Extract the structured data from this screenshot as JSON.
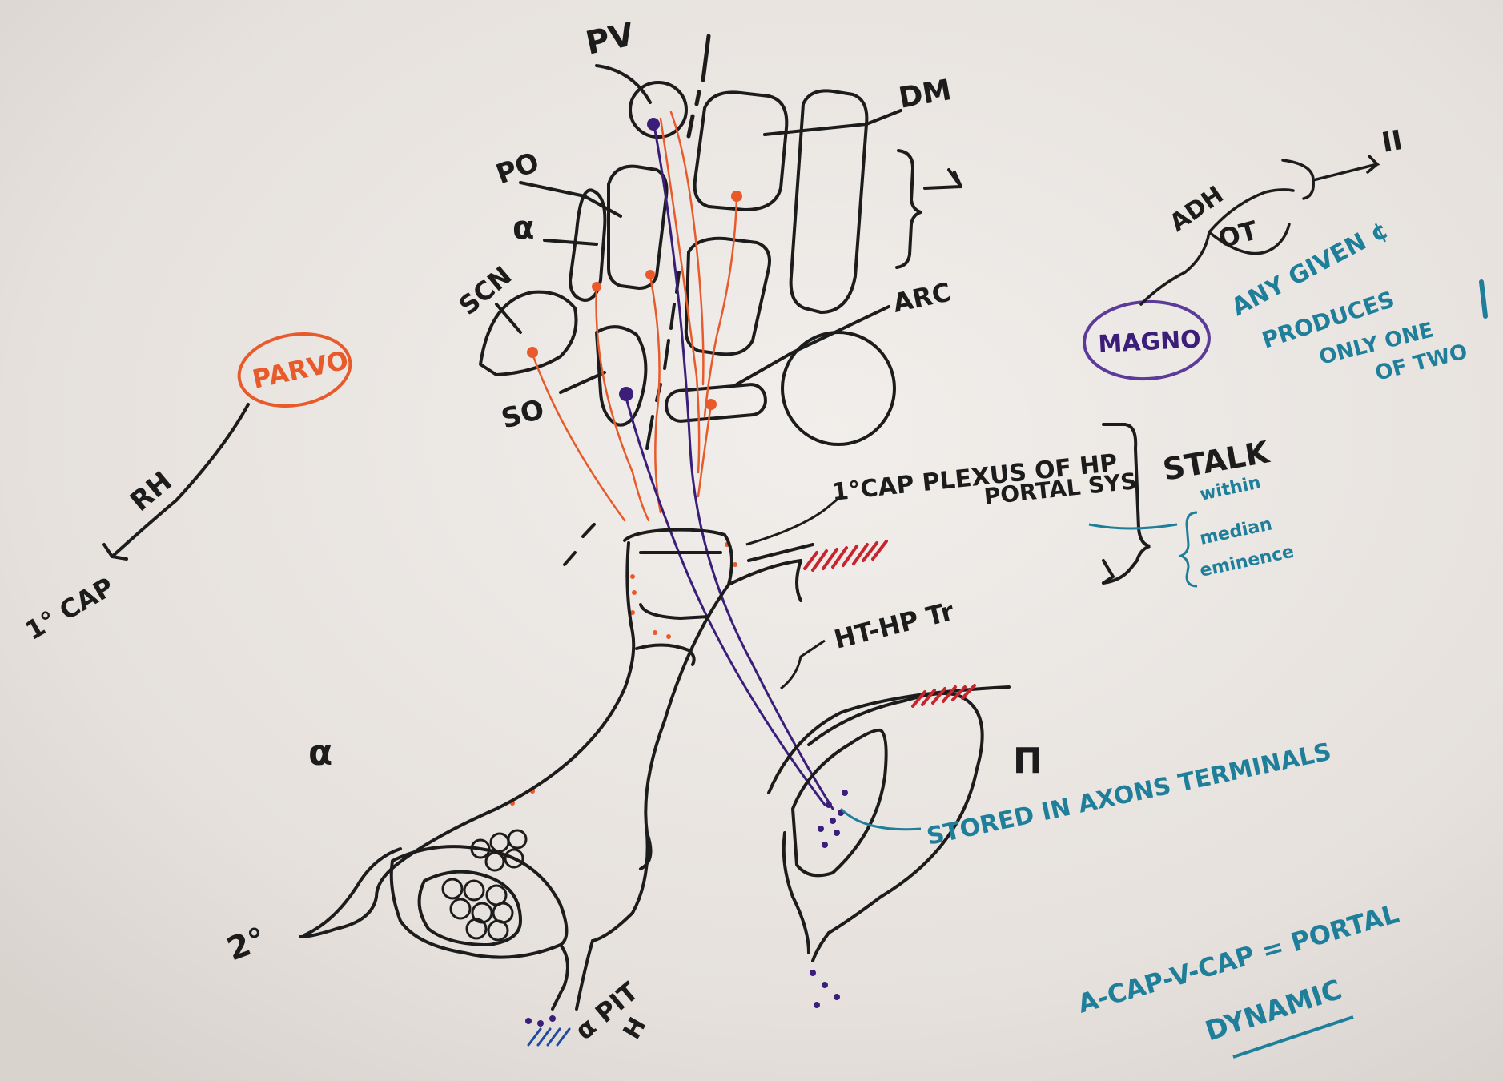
{
  "colors": {
    "board": "#ece8e5",
    "black": "#1c1c1c",
    "orange": "#e85a2a",
    "purple": "#3a1e7a",
    "teal": "#1f7f9a",
    "red": "#c8242e"
  },
  "labels": {
    "pv": "PV",
    "dm": "DM",
    "po": "PO",
    "alpha_top": "α",
    "scn": "SCN",
    "so": "SO",
    "arc": "ARC",
    "parvo": "PARVO",
    "rh": "RH",
    "cap1": "1° CAP",
    "cap_plexus": "1°CAP PLEXUS OF HP",
    "portal_sys": "PORTAL SYS",
    "stalk": "STALK",
    "median_1": "within",
    "median_2": "median",
    "median_3": "eminence",
    "ht_hp": "HT-HP Tr",
    "alpha_left": "α",
    "second": "2°",
    "pit": "α PIT",
    "pit_h": "H",
    "pi": "Π",
    "stored": "STORED IN AXONS TERMINALS",
    "a_cap": "A-CAP-V-CAP = PORTAL",
    "dynamic": "DYNAMIC",
    "adh": "ADH",
    "ot": "OT",
    "magno": "MAGNO",
    "roman_ii": "II",
    "any_given_1": "ANY GIVEN ¢",
    "any_given_2": "PRODUCES",
    "any_given_3": "ONLY ONE",
    "any_given_4": "OF TWO"
  }
}
